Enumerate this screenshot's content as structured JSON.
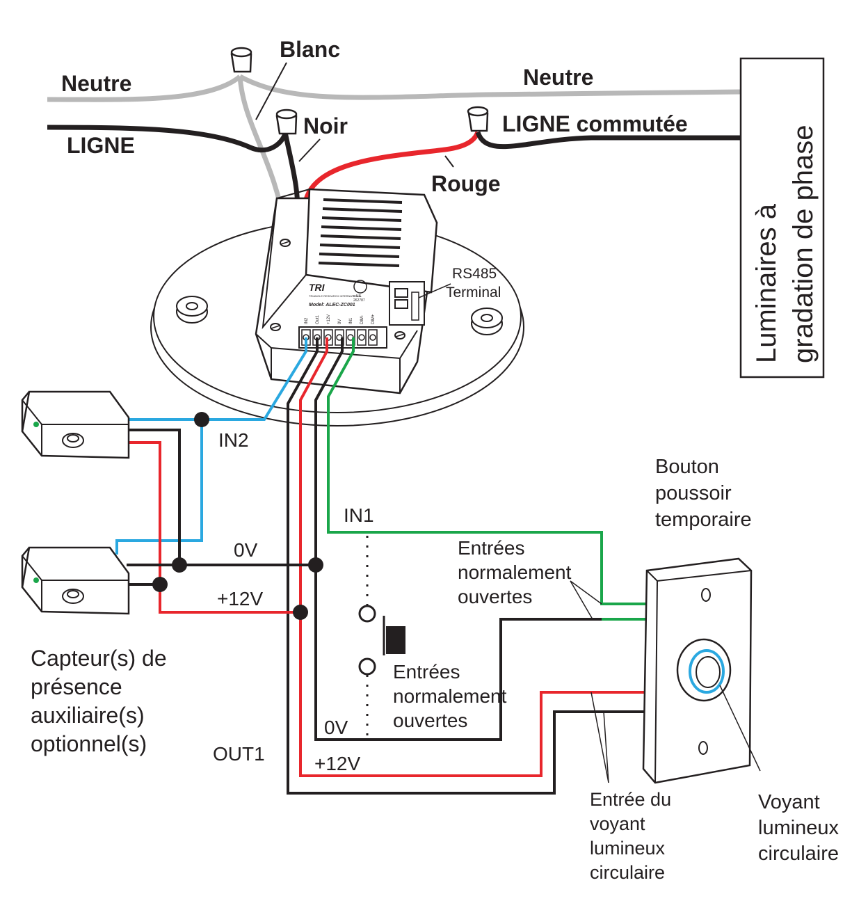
{
  "wiring_labels": {
    "neutre_left": "Neutre",
    "neutre_right": "Neutre",
    "blanc": "Blanc",
    "noir": "Noir",
    "ligne": "LIGNE",
    "ligne_commutee": "LIGNE commutée",
    "rouge": "Rouge"
  },
  "luminaires": {
    "line1": "Luminaires à",
    "line2": "gradation de phase"
  },
  "rs485": {
    "line1": "RS485",
    "line2": "Terminal"
  },
  "device": {
    "brand": "TRI",
    "brand_sub": "TRIANGLE RESEARCH INTERNATIONAL",
    "model": "Model: ALEC-ZC001",
    "cert": "c US",
    "cert_no": "262787",
    "terminals": [
      "IN2",
      "Out1",
      "+12V",
      "0V",
      "IN1",
      "DIM-",
      "DIM+"
    ]
  },
  "signal_labels": {
    "in2": "IN2",
    "in1": "IN1",
    "zero_v_left": "0V",
    "plus12_left": "+12V",
    "zero_v_bottom": "0V",
    "plus12_bottom": "+12V",
    "out1": "OUT1"
  },
  "sensors_caption": {
    "line1": "Capteur(s) de",
    "line2": "présence",
    "line3": "auxiliaire(s)",
    "line4": "optionnel(s)"
  },
  "switch_caption": {
    "line1": "Entrées",
    "line2": "normalement",
    "line3": "ouvertes"
  },
  "button_title": {
    "line1": "Bouton",
    "line2": "poussoir",
    "line3": "temporaire"
  },
  "button_inputs": {
    "line1": "Entrées",
    "line2": "normalement",
    "line3": "ouvertes"
  },
  "led_input": {
    "line1": "Entrée du",
    "line2": "voyant",
    "line3": "lumineux",
    "line4": "circulaire"
  },
  "led_ring": {
    "line1": "Voyant",
    "line2": "lumineux",
    "line3": "circulaire"
  },
  "colors": {
    "black_wire": "#231f20",
    "gray_wire": "#b8b8b8",
    "red_wire": "#e8262c",
    "blue_wire": "#2aa8e0",
    "green_wire": "#1aa64a"
  }
}
